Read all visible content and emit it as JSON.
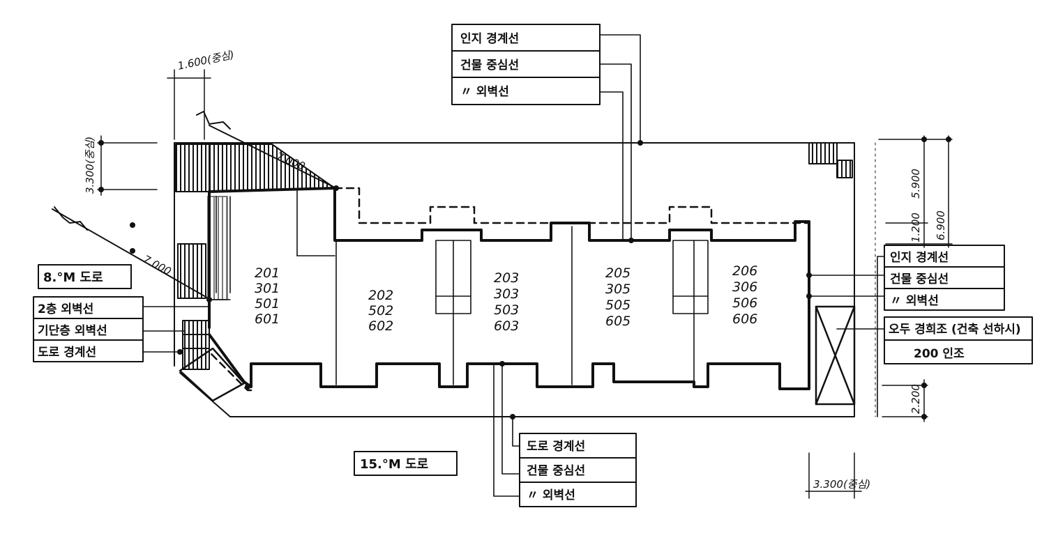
{
  "dimensions": {
    "top_left_width": "1.600(중심)",
    "left_height": "3.300(중심)",
    "diag_upper": "7.000",
    "diag_lower": "7.000",
    "right_top_a": "5.900",
    "right_top_b": "6.900",
    "right_top_c": "1.200",
    "right_bottom": "2.200",
    "bottom_right_width": "3.300(중심)"
  },
  "roads": {
    "west": "8.°M 도로",
    "south": "15.°M 도로"
  },
  "legend_top": [
    "인지 경계선",
    "건물 중심선",
    "〃  외벽선"
  ],
  "legend_right": [
    "인지 경계선",
    "건물 중심선",
    "〃  외벽선"
  ],
  "legend_right_extra": [
    "오두 경희조 (건축 선하시)",
    "200 인조"
  ],
  "legend_left": [
    "2층 외벽선",
    "기단층 외벽선",
    "도로 경계선"
  ],
  "legend_bottom": [
    "도로 경계선",
    "건물 중심선",
    "〃  외벽선"
  ],
  "rooms": [
    {
      "id": "unit-1",
      "lines": [
        "201",
        "301",
        "501",
        "601"
      ]
    },
    {
      "id": "unit-2",
      "lines": [
        "202",
        "502",
        "602"
      ]
    },
    {
      "id": "unit-3",
      "lines": [
        "203",
        "303",
        "503",
        "603"
      ]
    },
    {
      "id": "unit-4",
      "lines": [
        "205",
        "305",
        "505",
        "605"
      ]
    },
    {
      "id": "unit-5",
      "lines": [
        "206",
        "306",
        "506",
        "606"
      ]
    }
  ]
}
